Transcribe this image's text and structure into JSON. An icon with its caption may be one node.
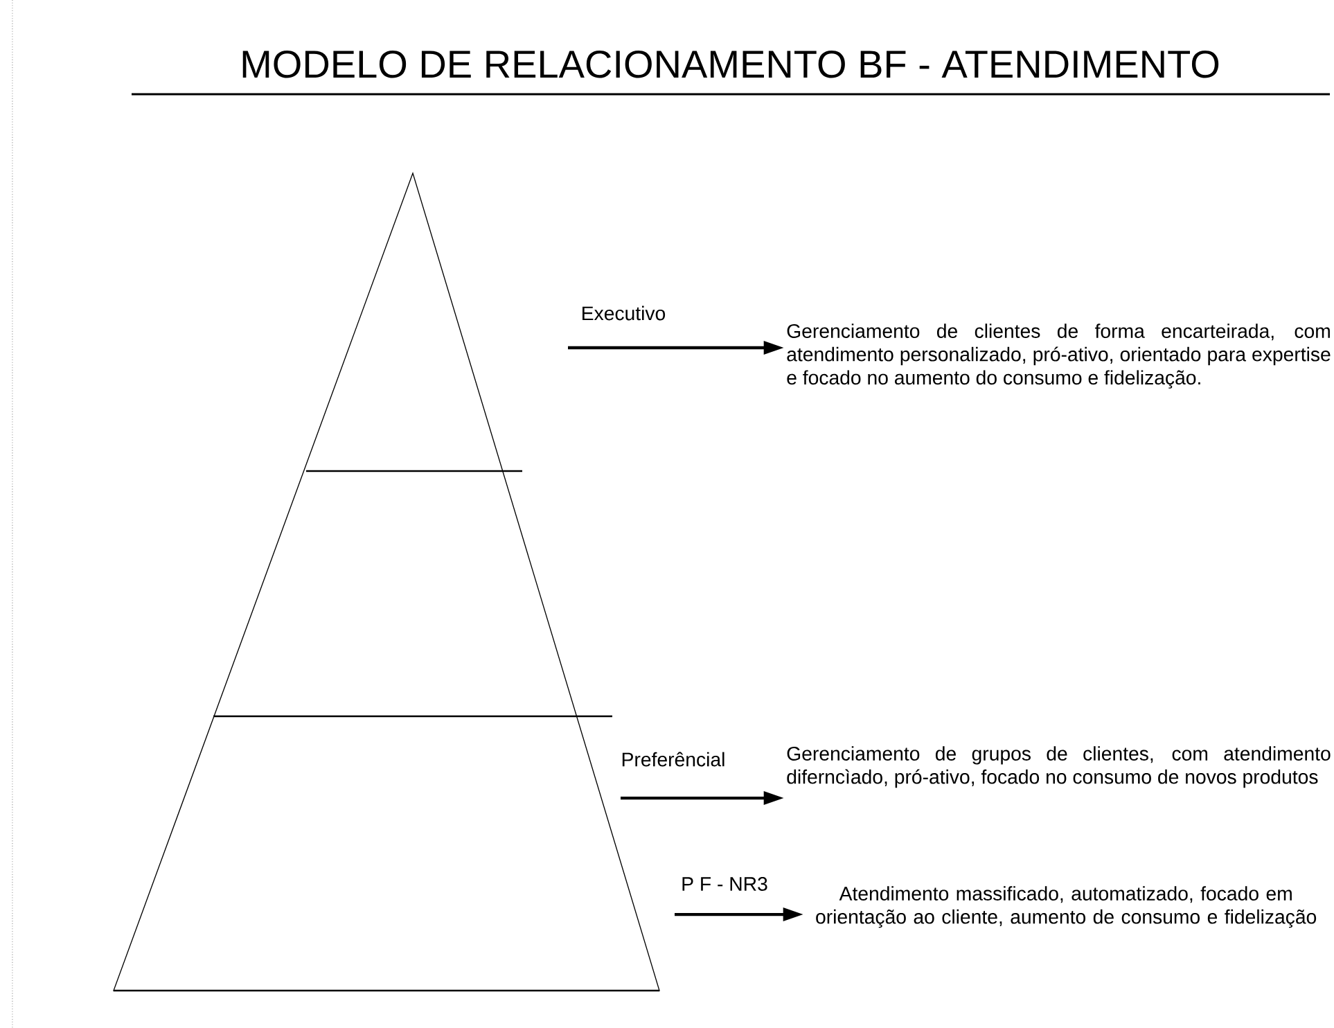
{
  "diagram": {
    "title": "MODELO DE RELACIONAMENTO BF - ATENDIMENTO",
    "nodes": [
      {
        "text": [
          "Gerenciamento de clientes de forma encarteirada, com atendimento personalizado, pró-ativo, orientado para expertise e focado no aumento do consumo e fidelização."
        ]
      },
      {
        "text": [
          "Gerenciamento de grupos de clientes, com atendimento diferncìado, pró-ativo, focado no consumo de novos produtos"
        ]
      },
      {
        "text": [
          "Atendimento massificado, automatizado, focado em orientação ao cliente, aumento de consumo e fidelização"
        ]
      }
    ],
    "edges": [
      {
        "from": null,
        "to": 0,
        "arrow": "to",
        "label": "Executivo"
      },
      {
        "from": null,
        "to": 1,
        "arrow": "to",
        "label": "Preferêncial"
      },
      {
        "from": null,
        "to": 2,
        "arrow": "to",
        "label": "P F - NR3"
      }
    ]
  }
}
